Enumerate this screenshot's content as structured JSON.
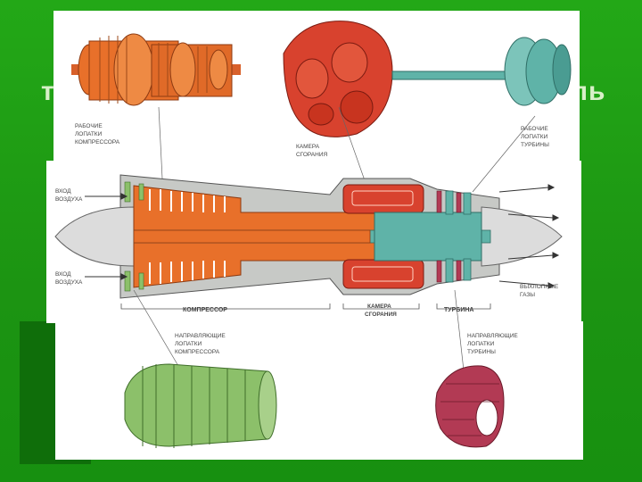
{
  "slide": {
    "title_left_fragment": "т",
    "title_right_fragment": "ль"
  },
  "labels": {
    "compressor_blades": [
      "РАБОЧИЕ",
      "ЛОПАТКИ",
      "КОМПРЕССОРА"
    ],
    "combustion_chamber_top": [
      "КАМЕРА",
      "СГОРАНИЯ"
    ],
    "turbine_blades": [
      "РАБОЧИЕ",
      "ЛОПАТКИ",
      "ТУРБИНЫ"
    ],
    "air_inlet_top": [
      "ВХОД",
      "ВОЗДУХА"
    ],
    "air_inlet_bottom": [
      "ВХОД",
      "ВОЗДУХА"
    ],
    "exhaust_gases": [
      "ВЫХЛОПНЫЕ",
      "ГАЗЫ"
    ],
    "compressor": "КОМПРЕССОР",
    "combustion_chamber_bottom": [
      "КАМЕРА",
      "СГОРАНИЯ"
    ],
    "turbine": "ТУРБИНА",
    "compressor_vanes": [
      "НАПРАВЛЯЮЩИЕ",
      "ЛОПАТКИ",
      "КОМПРЕССОРА"
    ],
    "turbine_vanes": [
      "НАПРАВЛЯЮЩИЕ",
      "ЛОПАТКИ",
      "ТУРБИНЫ"
    ]
  },
  "colors": {
    "slide_green": "#1f9a14",
    "compressor_orange": "#e8702a",
    "combustion_red": "#d8422e",
    "turbine_teal": "#5fb3a8",
    "compressor_vane_green": "#8cc06a",
    "turbine_vane_maroon": "#b23a54",
    "casing_gray": "#c7c9c6",
    "label_gray": "#444444"
  }
}
